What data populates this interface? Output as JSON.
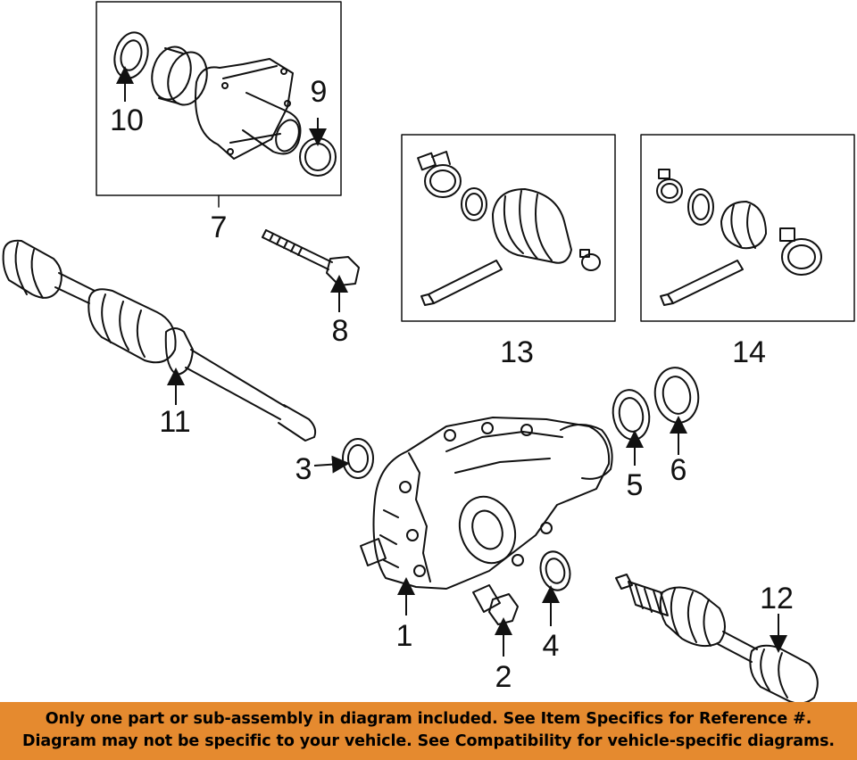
{
  "callouts": [
    {
      "id": "c1",
      "text": "1"
    },
    {
      "id": "c2",
      "text": "2"
    },
    {
      "id": "c3",
      "text": "3"
    },
    {
      "id": "c4",
      "text": "4"
    },
    {
      "id": "c5",
      "text": "5"
    },
    {
      "id": "c6",
      "text": "6"
    },
    {
      "id": "c7",
      "text": "7"
    },
    {
      "id": "c8",
      "text": "8"
    },
    {
      "id": "c9",
      "text": "9"
    },
    {
      "id": "c10",
      "text": "10"
    },
    {
      "id": "c11",
      "text": "11"
    },
    {
      "id": "c12",
      "text": "12"
    },
    {
      "id": "c13",
      "text": "13"
    },
    {
      "id": "c14",
      "text": "14"
    }
  ],
  "banner": {
    "line1": "Only one part or sub-assembly in diagram included. See Item Specifics for Reference #.",
    "line2": "Diagram may not be specific to your vehicle. See Compatibility for vehicle-specific diagrams."
  },
  "colors": {
    "banner_bg": "#e58a2f",
    "line": "#111111"
  }
}
